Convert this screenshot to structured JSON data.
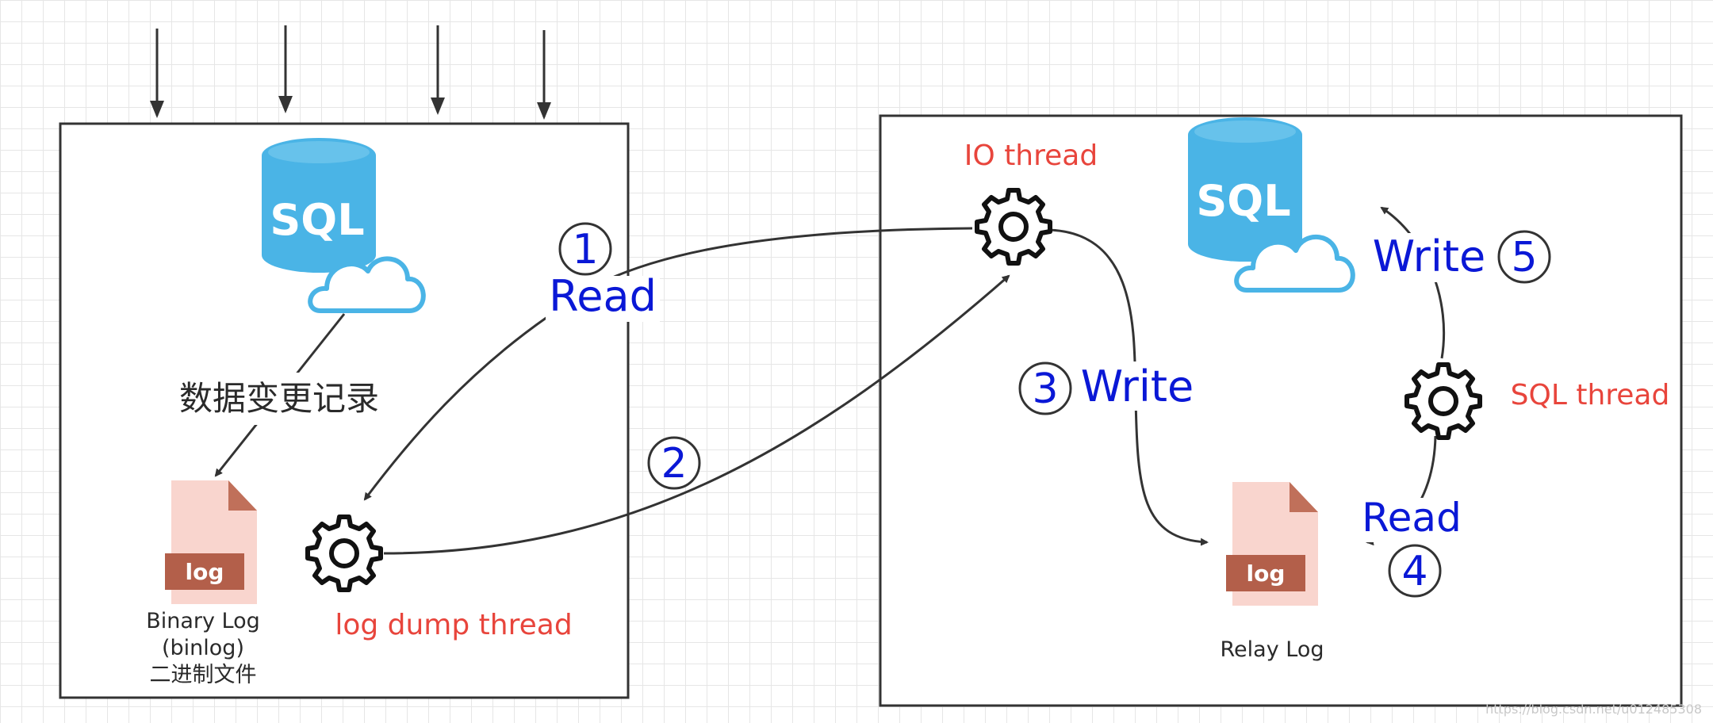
{
  "diagram": {
    "master": {
      "db_icon_text": "SQL",
      "change_record_label": "数据变更记录",
      "binlog": {
        "icon_text": "log",
        "line1": "Binary Log",
        "line2": "(binlog)",
        "line3": "二进制文件"
      },
      "dump_thread_label": "log dump thread"
    },
    "slave": {
      "db_icon_text": "SQL",
      "io_thread_label": "IO thread",
      "sql_thread_label": "SQL thread",
      "relay_log": {
        "icon_text": "log",
        "label": "Relay Log"
      }
    },
    "steps": [
      {
        "number": "1",
        "label": "Read"
      },
      {
        "number": "2",
        "label": ""
      },
      {
        "number": "3",
        "label": "Write"
      },
      {
        "number": "4",
        "label": "Read"
      },
      {
        "number": "5",
        "label": "Write"
      }
    ],
    "watermark": "https://blog.csdn.net/u012485308"
  },
  "colors": {
    "accent_blue": "#0a18d6",
    "thread_red": "#e8453c",
    "db_blue": "#4ab4e6",
    "log_pink": "#f9d5ce",
    "log_brown": "#b35f4a"
  }
}
